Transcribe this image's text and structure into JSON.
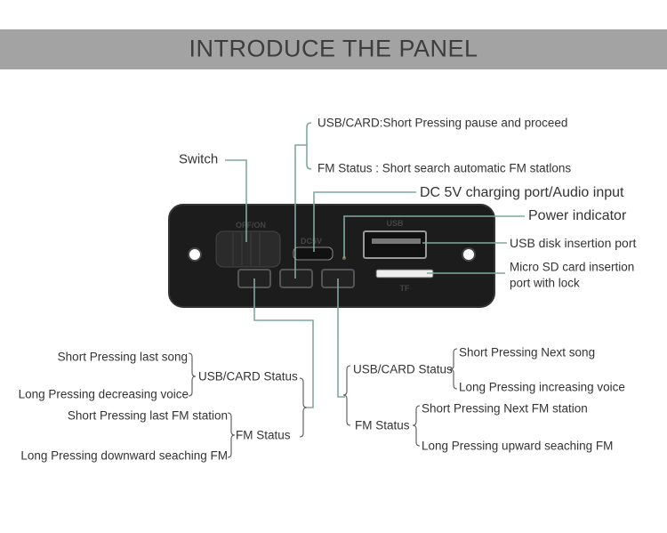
{
  "title": "INTRODUCE THE PANEL",
  "panel": {
    "switch_label": "OFF/ON",
    "dc_label": "DC5V",
    "usb_label": "USB",
    "tf_label": "TF"
  },
  "callouts": {
    "switch": "Switch",
    "usb_card_short": "USB/CARD:Short Pressing pause and proceed",
    "fm_status_short": "FM Status : Short search automatic FM statlons",
    "dc_port": "DC 5V charging port/Audio input",
    "power_indicator": "Power indicator",
    "usb_port": "USB disk insertion port",
    "sd_line1": "Micro SD card insertion",
    "sd_line2": "port with lock"
  },
  "left_button": {
    "usb_card_status": "USB/CARD Status",
    "short_last_song": "Short Pressing last song",
    "long_decrease": "Long Pressing decreasing voice",
    "fm_status": "FM Status",
    "short_last_fm": "Short Pressing last FM station",
    "long_down_fm": "Long Pressing downward seaching FM"
  },
  "right_button": {
    "usb_card_status": "USB/CARD Status",
    "short_next_song": "Short Pressing Next song",
    "long_increase": "Long Pressing increasing voice",
    "fm_status": "FM Status",
    "short_next_fm": "Short Pressing Next FM station",
    "long_up_fm": "Long Pressing upward seaching FM"
  },
  "colors": {
    "line": "#7fa9a0",
    "panel": "#1c1c1c",
    "band": "#a3a3a3"
  }
}
